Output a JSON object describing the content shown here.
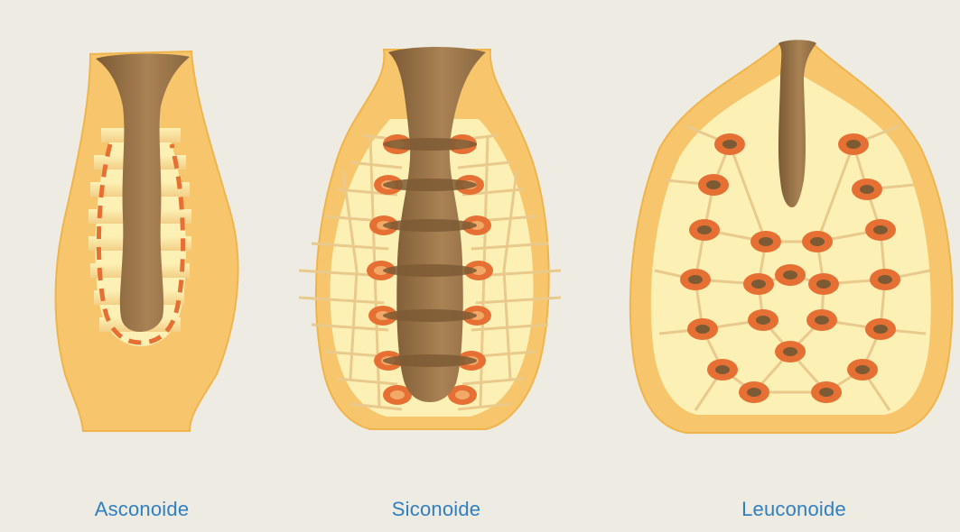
{
  "labels": {
    "asconoide": "Asconoide",
    "siconoide": "Siconoide",
    "leuconoide": "Leuconoide"
  },
  "colors": {
    "background": "#eeebe2",
    "outer_wall": "#f7c66c",
    "wall_outline": "#f1b64e",
    "interior": "#fdf0b5",
    "canal": "#e9c98c",
    "chamber": "#e67034",
    "chamber_light": "#f2a866",
    "spongocoel": "#a0794d",
    "spongocoel_dark": "#7c5a34",
    "label": "#2f7fc1"
  },
  "icons": {
    "asconoide": "asconoid-sponge-icon",
    "siconoide": "syconoid-sponge-icon",
    "leuconoide": "leuconoid-sponge-icon"
  }
}
